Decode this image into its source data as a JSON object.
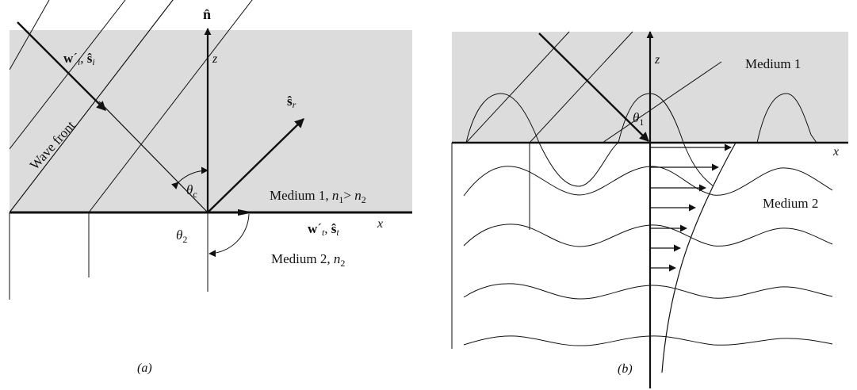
{
  "panel_a": {
    "caption": "(a)",
    "normal_label": "n̂",
    "z_label": "z",
    "x_label": "x",
    "incident": {
      "w": "w",
      "prime": "´",
      "sub": "i",
      "sep": ", ",
      "s": "ŝ",
      "s_sub": "i"
    },
    "reflected": {
      "s": "ŝ",
      "sub": "r"
    },
    "transmitted": {
      "w": "w",
      "prime": "´",
      "sub": "t",
      "sep": ", ",
      "s": "ŝ",
      "s_sub": "t"
    },
    "wave_front": "Wave front",
    "theta_c": {
      "sym": "θ",
      "sub": "c"
    },
    "theta_2": {
      "sym": "θ",
      "sub": "2"
    },
    "medium1": {
      "pre": "Medium 1, ",
      "n": "n",
      "s1": "1",
      "gt": "> ",
      "n2": "n",
      "s2": "2"
    },
    "medium2": {
      "pre": "Medium 2, ",
      "n": "n",
      "s": "2"
    },
    "colors": {
      "medium1_fill": "#dcdcdc",
      "line": "#111111"
    }
  },
  "panel_b": {
    "caption": "(b)",
    "z_label": "z",
    "x_label": "x",
    "medium1": "Medium 1",
    "medium2": "Medium 2",
    "theta_1": {
      "sym": "θ",
      "sub": "1"
    },
    "colors": {
      "medium1_fill": "#dcdcdc",
      "line": "#111111"
    }
  }
}
